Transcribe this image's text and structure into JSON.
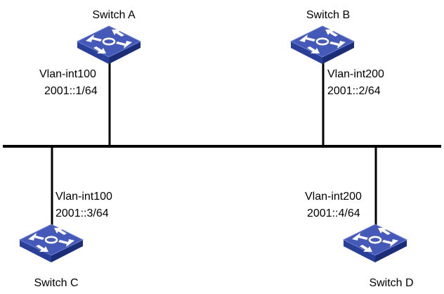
{
  "switches": {
    "a": {
      "name": "Switch A",
      "interface": "Vlan-int100",
      "address": "2001::1/64",
      "icon": "network-switch-icon",
      "icon_text": "SWITCH"
    },
    "b": {
      "name": "Switch B",
      "interface": "Vlan-int200",
      "address": "2001::2/64",
      "icon": "network-switch-icon",
      "icon_text": "SWITCH"
    },
    "c": {
      "name": "Switch C",
      "interface": "Vlan-int100",
      "address": "2001::3/64",
      "icon": "network-switch-icon",
      "icon_text": "SWITCH"
    },
    "d": {
      "name": "Switch D",
      "interface": "Vlan-int200",
      "address": "2001::4/64",
      "icon": "network-switch-icon",
      "icon_text": "SWITCH"
    }
  },
  "colors": {
    "switch_top": "#4057b4",
    "switch_side_dark": "#1c2d77",
    "switch_side_light": "#2d44a0",
    "arrows": "#ffffff",
    "lines": "#000000"
  }
}
